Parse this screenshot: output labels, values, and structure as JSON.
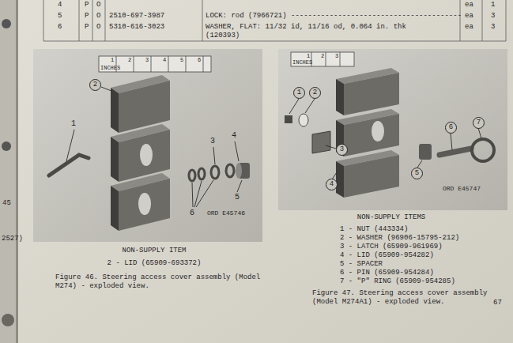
{
  "diagram": {
    "labels": [
      "4",
      "P",
      "O",
      "ea",
      "1",
      "5",
      "P",
      "O",
      "2510-697-3987",
      "LOCK: rod (7966721) ----------------------------------------",
      "ea",
      "3",
      "6",
      "P",
      "O",
      "5310-616-3023",
      "WASHER, FLAT: 11/32 id, 11/16 od, 0.064 in. thk (120393)",
      "ea",
      "3",
      "INCHES",
      "1",
      "2",
      "3",
      "4",
      "5",
      "6",
      "2",
      "1",
      "3",
      "4",
      "5",
      "6",
      "ORD E45746",
      "NON-SUPPLY ITEM",
      "2 - LID (65909-693372)",
      "Figure 46.  Steering access cover assembly (Model M274) - exploded view.",
      "INCHES",
      "1",
      "2",
      "3",
      "1",
      "2",
      "3",
      "4",
      "5",
      "6",
      "7",
      "ORD E45747",
      "NON-SUPPLY ITEMS",
      "1 - NUT (443334)",
      "2 - WASHER (96906-15795-212)",
      "3 - LATCH (65909-961969)",
      "4 - LID (65909-954282)",
      "5 - SPACER",
      "6 - PIN (65909-954284)",
      "7 - \"P\" RING (65909-954285)",
      "Figure 47.  Steering access cover assembly (Model M274A1) - exploded view.",
      "67",
      "45",
      "2527)"
    ]
  }
}
